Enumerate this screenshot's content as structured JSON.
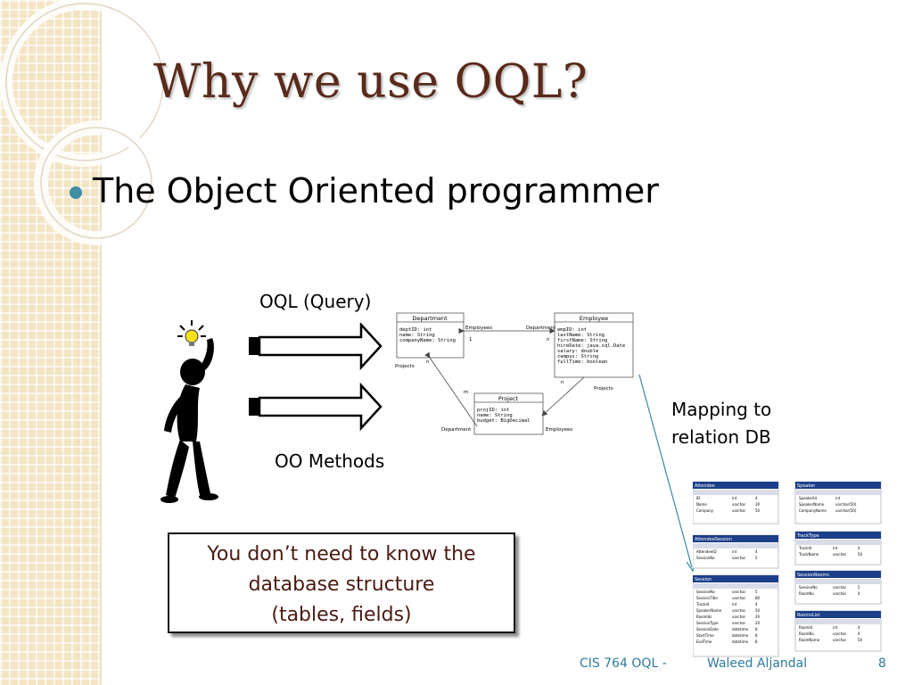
{
  "slide": {
    "title": "Why we use OQL?",
    "bullet": "The Object Oriented programmer",
    "oql_label": "OQL (Query)",
    "oo_label": "OO Methods",
    "mapping_line1": "Mapping to",
    "mapping_line2": "relation DB",
    "callout": {
      "line1": "You don’t need to know the",
      "line2": "database structure",
      "line3": "(tables, fields)"
    }
  },
  "uml": {
    "department": {
      "name": "Department",
      "attrs": [
        "deptID: int",
        "name: String",
        "companyName: String"
      ]
    },
    "employee": {
      "name": "Employee",
      "attrs": [
        "empID: int",
        "lastName: String",
        "firstName: String",
        "hireDate: java.sql.Date",
        "salary: double",
        "campus: String",
        "fullTime: boolean"
      ]
    },
    "project": {
      "name": "Project",
      "attrs": [
        "projID: int",
        "name: String",
        "budget: BigDecimal"
      ]
    },
    "labels": {
      "employees_top": "Employees",
      "department_top": "Department",
      "one": "1",
      "n_top": "n",
      "projects_left": "Projects",
      "n_left": "n",
      "m_left": "m",
      "n_right": "n",
      "projects_right": "Projects",
      "department_bottom": "Department",
      "employees_bottom": "Employees"
    }
  },
  "tables": {
    "attendee": {
      "name": "Attendee",
      "rows": [
        [
          "ID",
          "int",
          "4"
        ],
        [
          "Name",
          "varchar",
          "30"
        ],
        [
          "Company",
          "varchar",
          "50"
        ]
      ]
    },
    "speaker": {
      "name": "Speaker",
      "rows": [
        [
          "SpeakerId",
          "int",
          ""
        ],
        [
          "SpeakerName",
          "varchar(50)",
          ""
        ],
        [
          "CompanyName",
          "varchar(50)",
          ""
        ]
      ]
    },
    "attendee_session": {
      "name": "AttendeeSession",
      "rows": [
        [
          "AttendeeID",
          "int",
          "4"
        ],
        [
          "SessionNo",
          "varchar",
          "5"
        ]
      ]
    },
    "track_type": {
      "name": "TrackType",
      "rows": [
        [
          "TrackId",
          "int",
          "4"
        ],
        [
          "TrackName",
          "varchar",
          "50"
        ]
      ]
    },
    "session": {
      "name": "Session",
      "rows": [
        [
          "SessionNo",
          "varchar",
          "5"
        ],
        [
          "SessionTitle",
          "varchar",
          "80"
        ],
        [
          "TrackId",
          "int",
          "4"
        ],
        [
          "SpeakerName",
          "varchar",
          "50"
        ],
        [
          "RoomIds",
          "varchar",
          "20"
        ],
        [
          "SessionType",
          "varchar",
          "20"
        ],
        [
          "SessionDate",
          "datetime",
          "8"
        ],
        [
          "StartTime",
          "datetime",
          "8"
        ],
        [
          "EndTime",
          "datetime",
          "8"
        ]
      ]
    },
    "session_rooms": {
      "name": "SessionRooms",
      "rows": [
        [
          "SessionNo",
          "varchar",
          "5"
        ],
        [
          "RoomNo",
          "varchar",
          "4"
        ]
      ]
    },
    "rooms_list": {
      "name": "RoomsList",
      "rows": [
        [
          "RoomId",
          "int",
          "4"
        ],
        [
          "RoomNo",
          "varchar",
          "4"
        ],
        [
          "RoomName",
          "varchar",
          "50"
        ]
      ]
    }
  },
  "footer": {
    "course": "CIS 764 OQL -",
    "author": "Waleed Aljandal",
    "page": "8"
  }
}
